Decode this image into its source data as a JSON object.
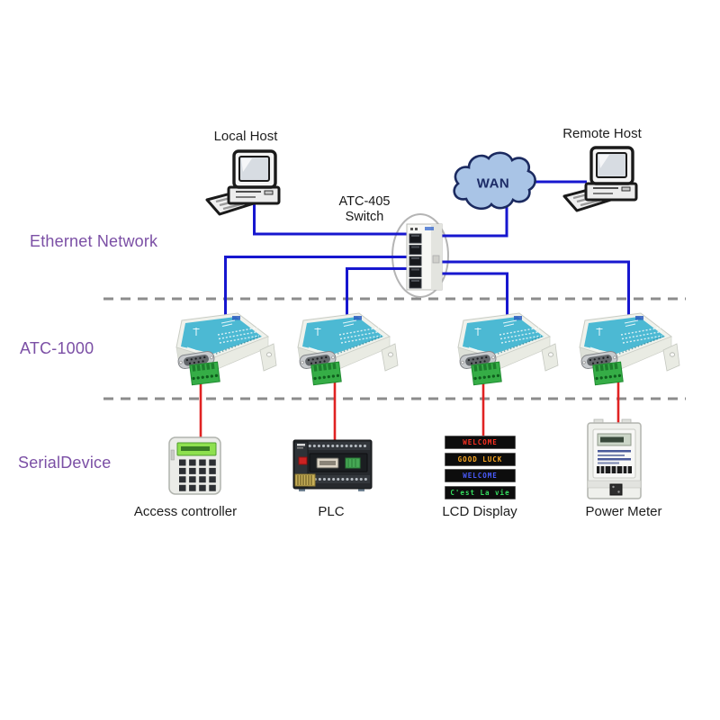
{
  "labels": {
    "local_host": "Local Host",
    "remote_host": "Remote Host",
    "wan": "WAN",
    "switch_line1": "ATC-405",
    "switch_line2": "Switch",
    "ethernet_network": "Ethernet Network",
    "atc_1000": "ATC-1000",
    "serial_device": "SerialDevice"
  },
  "serial_devices": [
    {
      "label": "Access controller"
    },
    {
      "label": "PLC"
    },
    {
      "label": "LCD Display",
      "led_lines": [
        {
          "text": "WELCOME",
          "color": "#ff3122"
        },
        {
          "text": "GOOD LUCK",
          "color": "#ffaa22"
        },
        {
          "text": "WELCOME",
          "color": "#4a5cff"
        },
        {
          "text": "C'est La vie",
          "color": "#35e060"
        }
      ]
    },
    {
      "label": "Power Meter"
    }
  ],
  "colors": {
    "ethernet_line": "#1717cf",
    "serial_line": "#e02222",
    "layer_label_purple": "#7b4fa5",
    "dashed_divider": "#8c8c8c",
    "atc1000_top_teal": "#4cb9d3",
    "terminal_block_green": "#35ad46",
    "wan_cloud_fill": "#a9c4e6"
  }
}
